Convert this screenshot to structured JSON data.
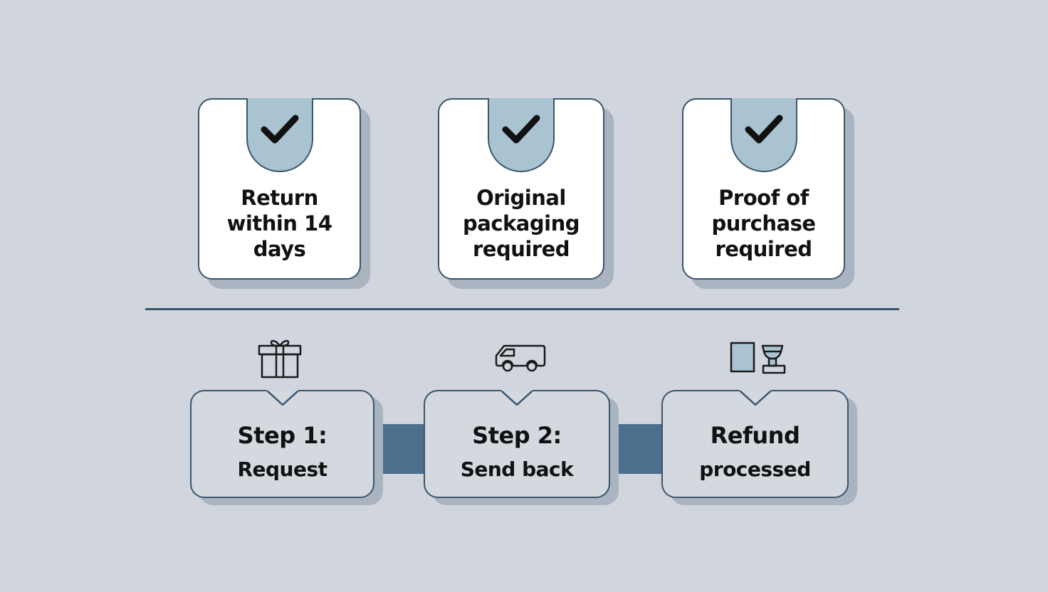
{
  "requirements": [
    {
      "label": "Return\nwithin 14\ndays",
      "icon": "checkmark-icon"
    },
    {
      "label": "Original\npackaging\nrequired",
      "icon": "checkmark-icon"
    },
    {
      "label": "Proof of\npurchase\nrequired",
      "icon": "checkmark-icon"
    }
  ],
  "steps": [
    {
      "line1": "Step 1:",
      "line2": "Request",
      "icon": "gift-box-icon"
    },
    {
      "line1": "Step 2:",
      "line2": "Send back",
      "icon": "delivery-van-icon"
    },
    {
      "line1": "Refund",
      "line2": "processed",
      "icon": "refund-terminal-icon"
    }
  ],
  "colors": {
    "background": "#d1d5dd",
    "card_border": "#3a556c",
    "tab_fill": "#a9c3d1",
    "connector": "#4b6f8d",
    "shadow": "#a9b4c0"
  }
}
